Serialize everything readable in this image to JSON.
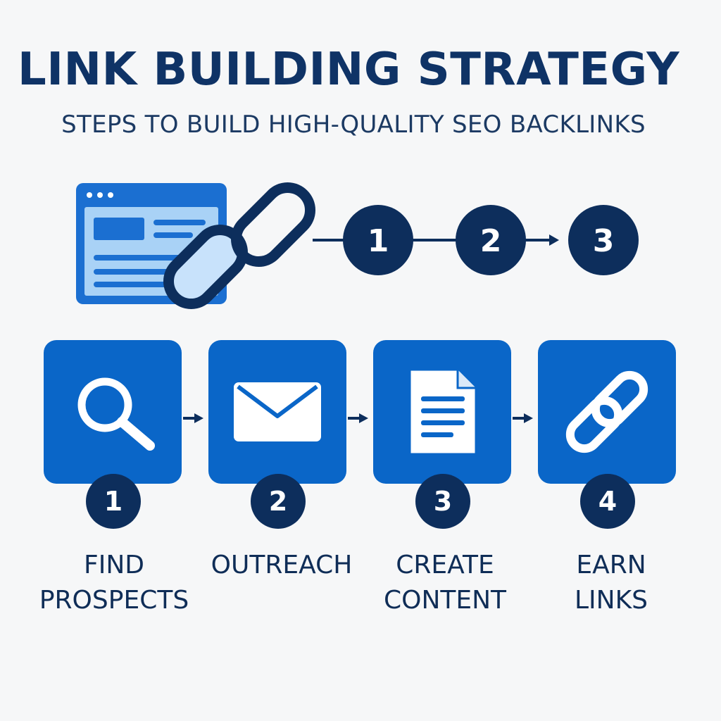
{
  "header": {
    "title": "LINK BUILDING STRATEGY",
    "subtitle": "STEPS TO BUILD HIGH-QUALITY SEO BACKLINKS"
  },
  "sequence": [
    "1",
    "2",
    "3"
  ],
  "colors": {
    "navy": "#0d2e5c",
    "blue": "#0a66c8",
    "light_blue": "#a8d0f5",
    "background": "#f6f7f8"
  },
  "steps": [
    {
      "number": "1",
      "line1": "FIND",
      "line2": "PROSPECTS",
      "icon": "search-icon"
    },
    {
      "number": "2",
      "line1": "OUTREACH",
      "line2": "",
      "icon": "envelope-icon"
    },
    {
      "number": "3",
      "line1": "CREATE",
      "line2": "CONTENT",
      "icon": "document-icon"
    },
    {
      "number": "4",
      "line1": "EARN",
      "line2": "LINKS",
      "icon": "link-icon"
    }
  ]
}
